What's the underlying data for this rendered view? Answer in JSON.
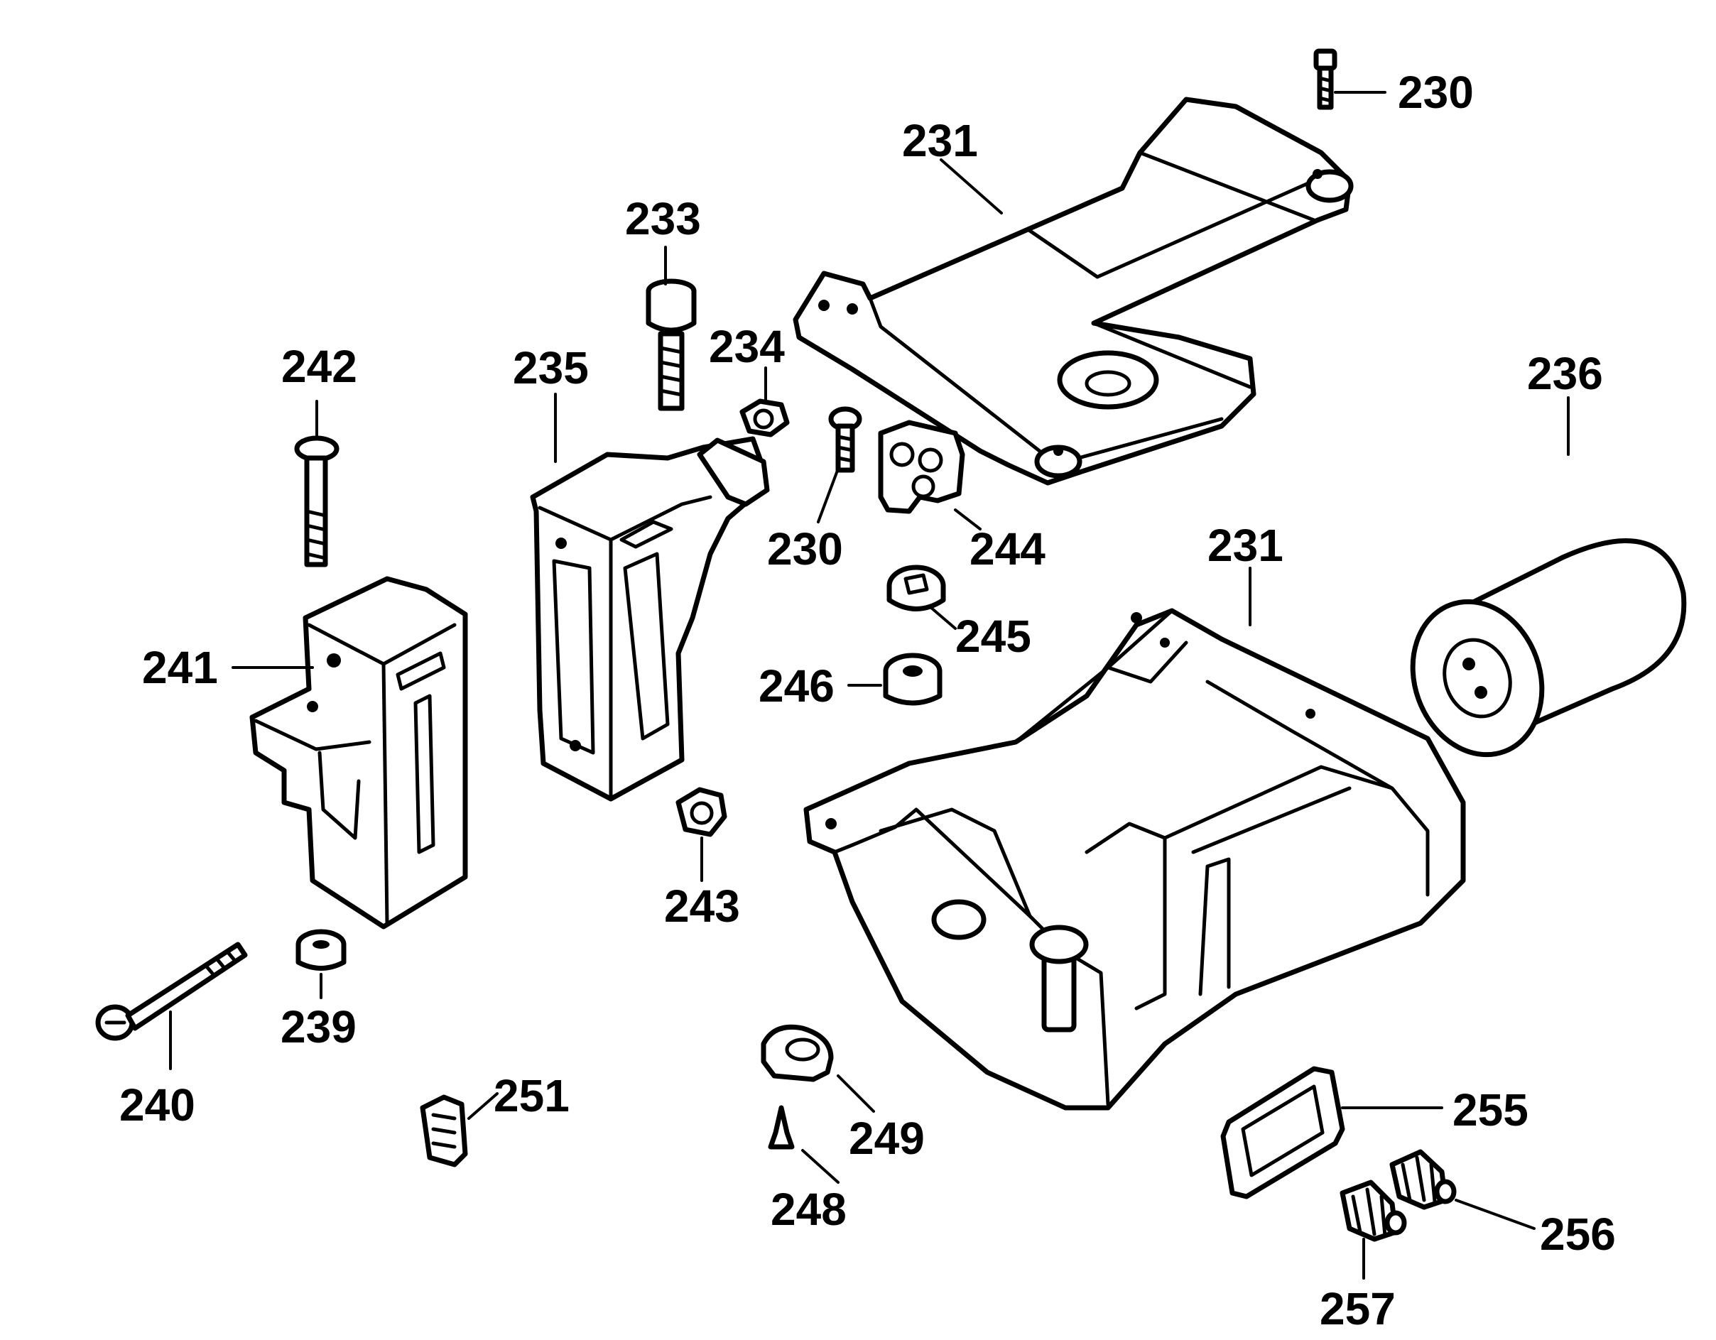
{
  "callouts": {
    "c230_top": "230",
    "c231_top": "231",
    "c233": "233",
    "c234": "234",
    "c235": "235",
    "c236": "236",
    "c242": "242",
    "c230_mid": "230",
    "c244": "244",
    "c231_bottom": "231",
    "c245": "245",
    "c246": "246",
    "c241": "241",
    "c243": "243",
    "c239": "239",
    "c240": "240",
    "c251": "251",
    "c249": "249",
    "c248": "248",
    "c255": "255",
    "c256": "256",
    "c257": "257"
  }
}
